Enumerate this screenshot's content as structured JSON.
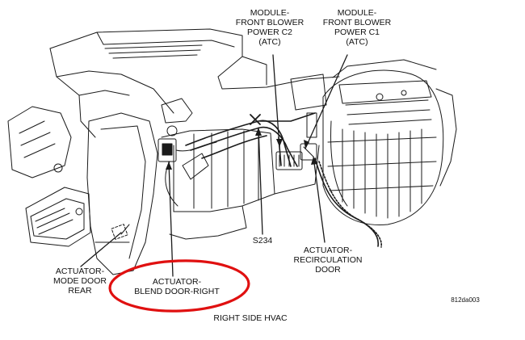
{
  "labels": {
    "module_c2": "MODULE-\nFRONT BLOWER\nPOWER C2\n(ATC)",
    "module_c1": "MODULE-\nFRONT BLOWER\nPOWER C1\n(ATC)",
    "s234": "S234",
    "recirc": "ACTUATOR-\nRECIRCULATION\nDOOR",
    "mode_door_rear": "ACTUATOR-\nMODE DOOR\nREAR",
    "blend_door_right": "ACTUATOR-\nBLEND DOOR-RIGHT",
    "figure_code": "812da003",
    "caption": "RIGHT SIDE HVAC"
  },
  "colors": {
    "line": "#1a1a1a",
    "highlight_circle": "#e01010"
  }
}
